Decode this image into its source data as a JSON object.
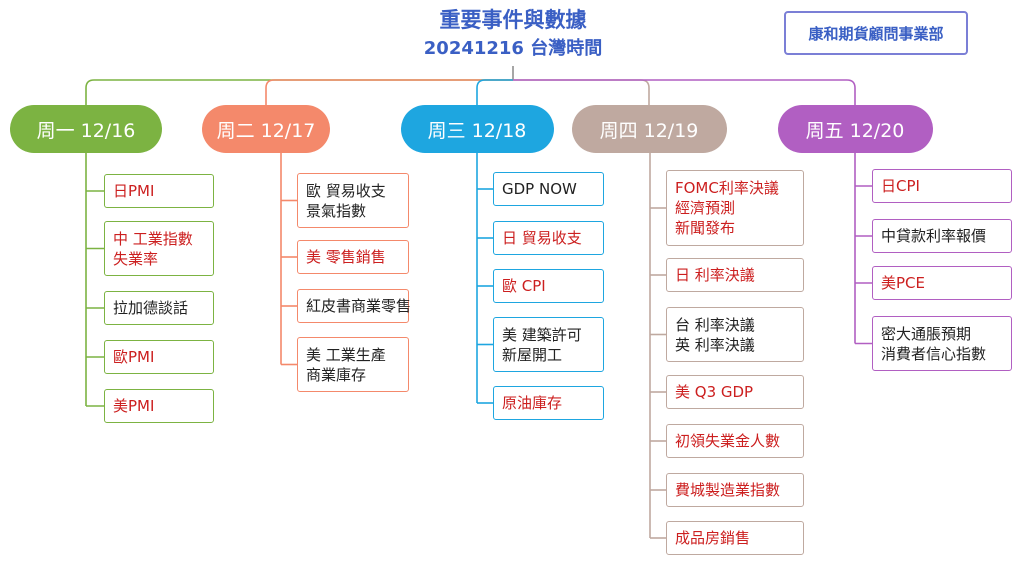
{
  "header": {
    "title": "重要事件與數據",
    "subtitle": "20241216 台灣時間",
    "org": "康和期貨顧問事業部"
  },
  "colors": {
    "mon": "#7cb342",
    "tue": "#f4896b",
    "wed": "#1ea6e0",
    "thu": "#bfa9a0",
    "fri": "#b15fc2",
    "text_red": "#cc1f1f",
    "text_dark": "#222222",
    "title_blue": "#3a5fc4"
  },
  "days": [
    {
      "key": "mon",
      "label": "周一 12/16",
      "items": [
        {
          "lines": [
            "日PMI"
          ],
          "tone": "red"
        },
        {
          "lines": [
            "中 工業指數",
            "失業率"
          ],
          "tone": "red"
        },
        {
          "lines": [
            "拉加德談話"
          ],
          "tone": "dark"
        },
        {
          "lines": [
            "歐PMI"
          ],
          "tone": "red"
        },
        {
          "lines": [
            "美PMI"
          ],
          "tone": "red"
        }
      ]
    },
    {
      "key": "tue",
      "label": "周二 12/17",
      "items": [
        {
          "lines": [
            "歐 貿易收支",
            "景氣指數"
          ],
          "tone": "dark"
        },
        {
          "lines": [
            "美 零售銷售"
          ],
          "tone": "red"
        },
        {
          "lines": [
            "紅皮書商業零售"
          ],
          "tone": "dark"
        },
        {
          "lines": [
            "美 工業生產",
            "商業庫存"
          ],
          "tone": "dark"
        }
      ]
    },
    {
      "key": "wed",
      "label": "周三 12/18",
      "items": [
        {
          "lines": [
            "GDP NOW"
          ],
          "tone": "dark"
        },
        {
          "lines": [
            "日 貿易收支"
          ],
          "tone": "red"
        },
        {
          "lines": [
            "歐 CPI"
          ],
          "tone": "red"
        },
        {
          "lines": [
            "美 建築許可",
            "新屋開工"
          ],
          "tone": "dark"
        },
        {
          "lines": [
            "原油庫存"
          ],
          "tone": "red"
        }
      ]
    },
    {
      "key": "thu",
      "label": "周四 12/19",
      "items": [
        {
          "lines": [
            "FOMC利率決議",
            "經濟預測",
            "新聞發布"
          ],
          "tone": "red"
        },
        {
          "lines": [
            "日 利率決議"
          ],
          "tone": "red"
        },
        {
          "lines": [
            "台 利率決議",
            "英 利率決議"
          ],
          "tone": "dark"
        },
        {
          "lines": [
            "美 Q3 GDP"
          ],
          "tone": "red"
        },
        {
          "lines": [
            "初領失業金人數"
          ],
          "tone": "red"
        },
        {
          "lines": [
            "費城製造業指數"
          ],
          "tone": "red"
        },
        {
          "lines": [
            "成品房銷售"
          ],
          "tone": "red"
        }
      ]
    },
    {
      "key": "fri",
      "label": "周五 12/20",
      "items": [
        {
          "lines": [
            "日CPI"
          ],
          "tone": "red"
        },
        {
          "lines": [
            "中貸款利率報價"
          ],
          "tone": "dark"
        },
        {
          "lines": [
            "美PCE"
          ],
          "tone": "red"
        },
        {
          "lines": [
            "密大通脹預期",
            "消費者信心指數"
          ],
          "tone": "dark"
        }
      ]
    }
  ]
}
